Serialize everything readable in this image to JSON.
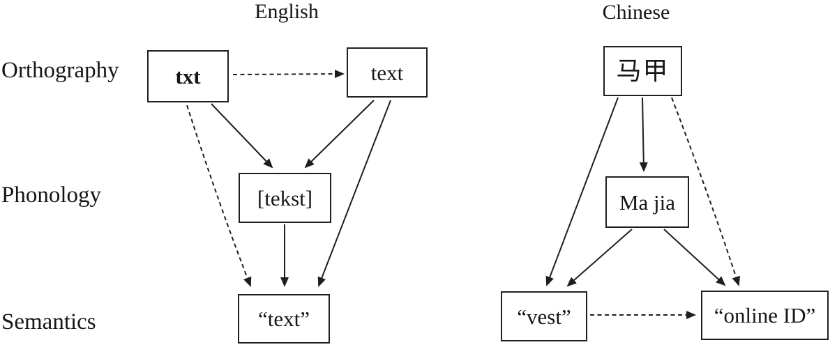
{
  "diagram": {
    "row_labels": {
      "orthography": "Orthography",
      "phonology": "Phonology",
      "semantics": "Semantics"
    },
    "english": {
      "title": "English",
      "orthography_nonstandard": "txt",
      "orthography_standard": "text",
      "phonology": "[tekst]",
      "semantics": "“text”"
    },
    "chinese": {
      "title": "Chinese",
      "orthography": "马甲",
      "phonology": "Ma jia",
      "semantics_literal": "“vest”",
      "semantics_extended": "“online ID”"
    },
    "edges": [
      {
        "from": "txt",
        "to": "text",
        "style": "dashed"
      },
      {
        "from": "txt",
        "to": "[tekst]",
        "style": "solid"
      },
      {
        "from": "text",
        "to": "[tekst]",
        "style": "solid"
      },
      {
        "from": "txt",
        "to": "“text”",
        "style": "dashed"
      },
      {
        "from": "[tekst]",
        "to": "“text”",
        "style": "solid"
      },
      {
        "from": "text",
        "to": "“text”",
        "style": "solid"
      },
      {
        "from": "马甲",
        "to": "Ma jia",
        "style": "solid"
      },
      {
        "from": "马甲",
        "to": "“vest”",
        "style": "solid"
      },
      {
        "from": "马甲",
        "to": "“online ID”",
        "style": "dashed"
      },
      {
        "from": "Ma jia",
        "to": "“vest”",
        "style": "solid"
      },
      {
        "from": "Ma jia",
        "to": "“online ID”",
        "style": "solid"
      },
      {
        "from": "“vest”",
        "to": "“online ID”",
        "style": "dashed"
      }
    ],
    "colors": {
      "ink": "#1e1e1e",
      "background": "#ffffff"
    }
  }
}
